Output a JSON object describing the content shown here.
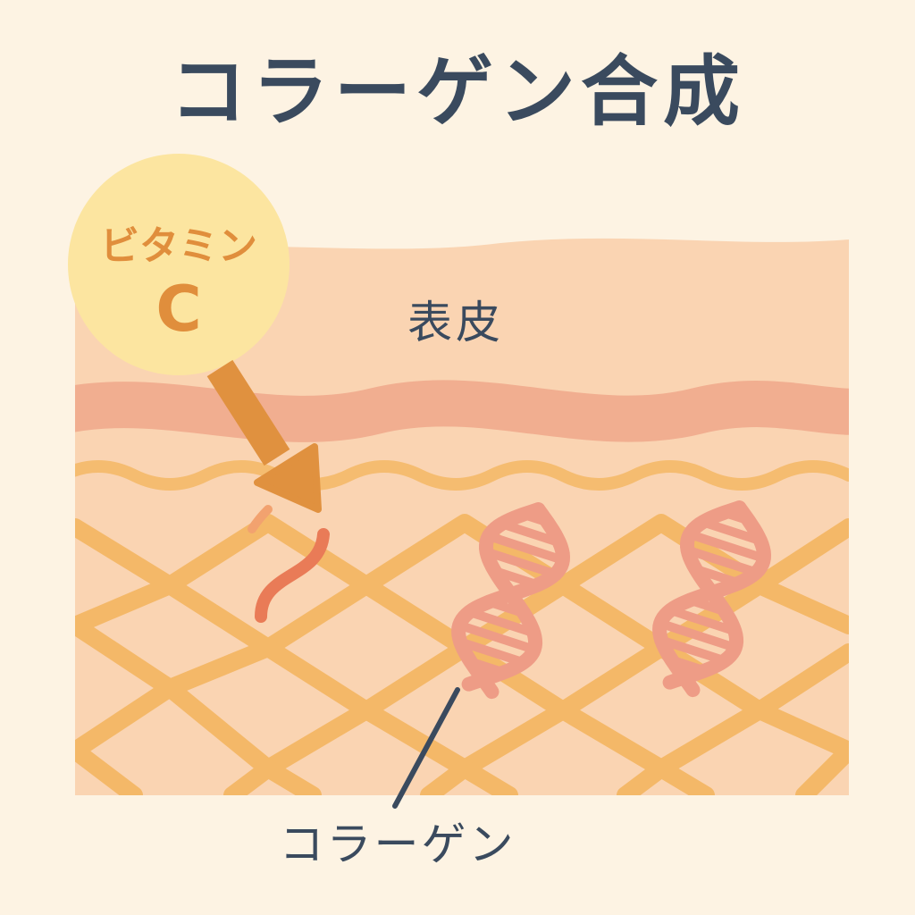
{
  "title": "コラーゲン合成",
  "layers": {
    "epidermis_label": "表皮"
  },
  "vitamin_badge": {
    "line1": "ビタミン",
    "line2": "C"
  },
  "callout": {
    "collagen_label": "コラーゲン"
  },
  "colors": {
    "background": "#FDF3E3",
    "skin": "#FAD4B2",
    "basement_band": "#F1AE90",
    "wavy_line": "#F5BC70",
    "collagen_mesh": "#F4B868",
    "helix": "#EE9C86",
    "fiber": "#E97B57",
    "badge_fill": "#FCE5A0",
    "arrow": "#E0913F",
    "text_dark": "#3A4A5E"
  }
}
